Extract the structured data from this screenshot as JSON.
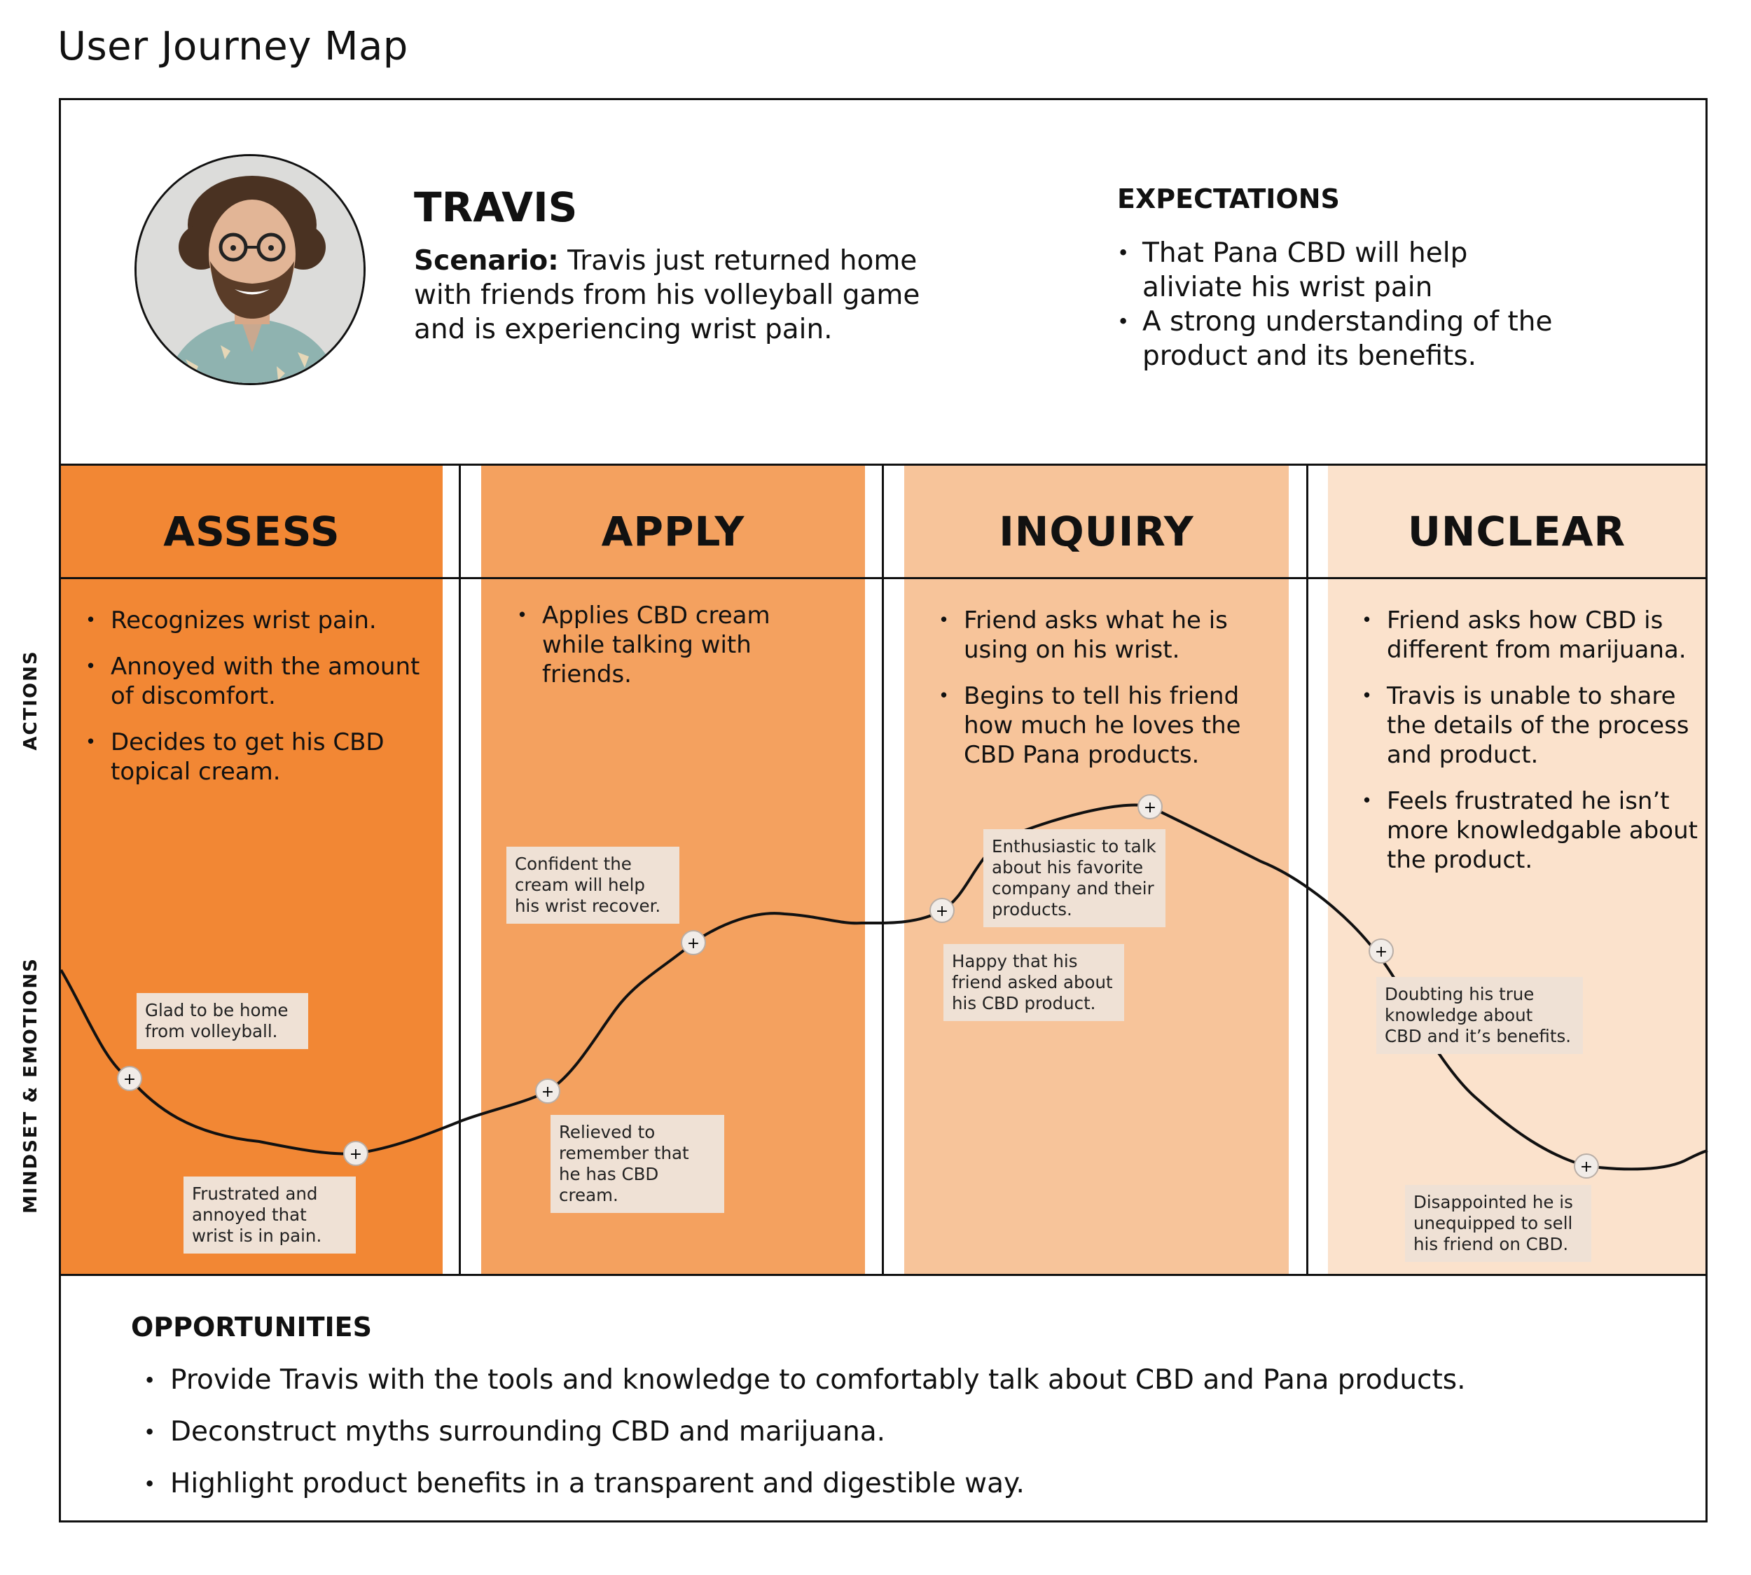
{
  "page_title": "User Journey Map",
  "persona": {
    "name": "TRAVIS",
    "scenario_label": "Scenario:",
    "scenario_text": " Travis just returned home with friends from his volleyball game and is experiencing wrist pain.",
    "photo": "persona-photo"
  },
  "expectations": {
    "title": "EXPECTATIONS",
    "items": [
      "That Pana CBD will help aliviate his wrist pain",
      "A strong understanding of the product and its benefits."
    ]
  },
  "row_labels": {
    "actions": "ACTIONS",
    "mindset": "MINDSET & EMOTIONS"
  },
  "stages": [
    {
      "title": "ASSESS",
      "color": "#f28734",
      "actions": [
        "Recognizes wrist pain.",
        "Annoyed with the amount of discomfort.",
        "Decides to get his CBD topical cream."
      ]
    },
    {
      "title": "APPLY",
      "color": "#f4a15f",
      "actions": [
        "Applies CBD cream while talking with friends."
      ]
    },
    {
      "title": "INQUIRY",
      "color": "#f7c49a",
      "actions": [
        "Friend asks what he is using on his wrist.",
        "Begins to tell his friend how much he loves the CBD Pana products."
      ]
    },
    {
      "title": "UNCLEAR",
      "color": "#fbe2cc",
      "actions": [
        "Friend asks how CBD is different from marijuana.",
        "Travis is unable to share the details of the process and product.",
        "Feels frustrated he isn’t more knowledgable about the product."
      ]
    }
  ],
  "emotion_points": [
    {
      "marker": "+",
      "note": "Glad to be home from volleyball."
    },
    {
      "marker": "+",
      "note": "Frustrated and annoyed that wrist is in pain."
    },
    {
      "marker": "+",
      "note": "Relieved to remember that he has CBD cream."
    },
    {
      "marker": "+",
      "note": "Confident the cream will help his wrist recover."
    },
    {
      "marker": "+",
      "note": "Happy that his friend asked about his CBD product."
    },
    {
      "marker": "+",
      "note": "Enthusiastic to talk about his favorite company and their products."
    },
    {
      "marker": "+",
      "note": "Doubting his true knowledge about CBD and it’s benefits."
    },
    {
      "marker": "+",
      "note": "Disappointed he is unequipped to sell his friend on CBD."
    }
  ],
  "opportunities": {
    "title": "OPPORTUNITIES",
    "items": [
      "Provide Travis with the tools and knowledge to comfortably talk about CBD and Pana products.",
      "Deconstruct myths surrounding CBD and marijuana.",
      "Highlight product benefits in a transparent and digestible way."
    ]
  }
}
